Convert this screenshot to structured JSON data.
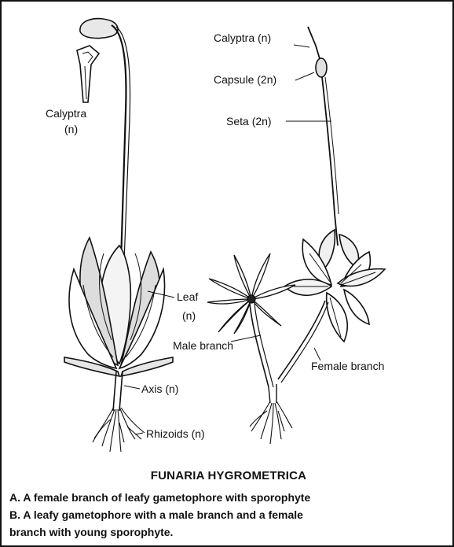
{
  "labels": {
    "calyptra_a": "Calyptra",
    "calyptra_a_n": "(n)",
    "calyptra_b": "Calyptra (n)",
    "capsule": "Capsule (2n)",
    "seta": "Seta (2n)",
    "leaf": "Leaf",
    "leaf_n": "(n)",
    "male_branch": "Male branch",
    "female_branch": "Female branch",
    "axis": "Axis (n)",
    "rhizoids": "Rhizoids (n)"
  },
  "title": "FUNARIA HYGROMETRICA",
  "caption": {
    "a": "A. A female branch of leafy gametophore with sporophyte",
    "b_line1": "B. A leafy gametophore with a male branch and a female",
    "b_line2": "branch with young sporophyte."
  }
}
